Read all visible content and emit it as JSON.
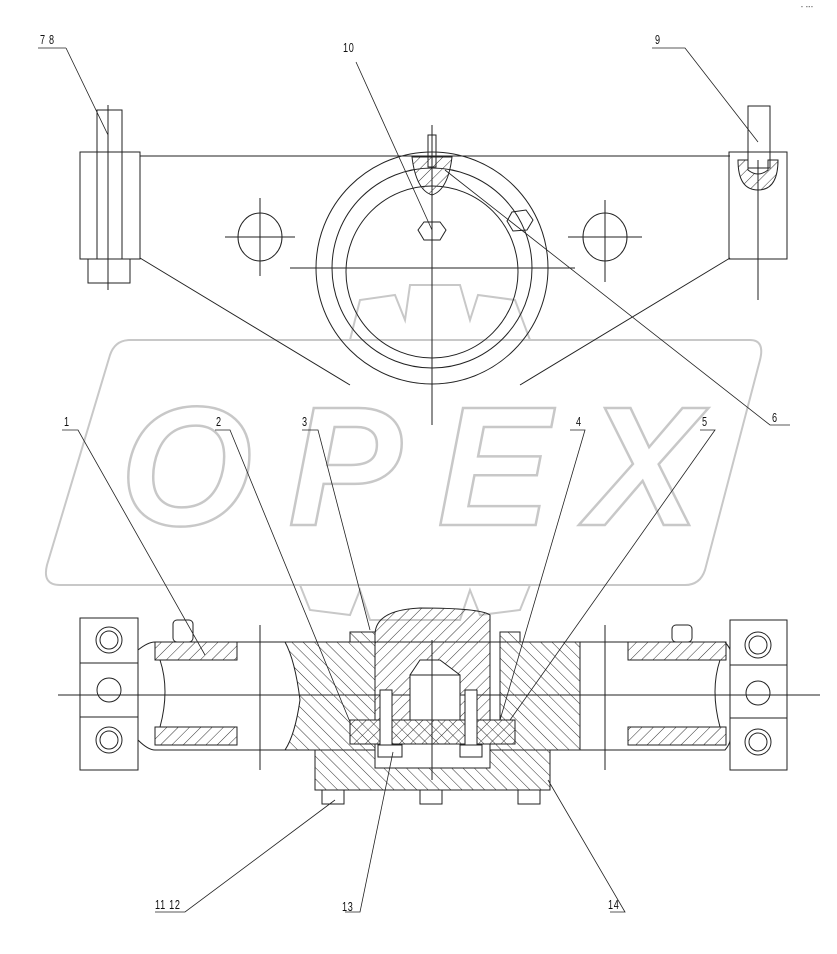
{
  "drawing": {
    "watermark": "OPEX",
    "corner_mark": "- ---",
    "callouts": [
      {
        "id": "callout-7-8",
        "text": "7  8"
      },
      {
        "id": "callout-10",
        "text": "10"
      },
      {
        "id": "callout-9",
        "text": "9"
      },
      {
        "id": "callout-6",
        "text": "6"
      },
      {
        "id": "callout-1",
        "text": "1"
      },
      {
        "id": "callout-2",
        "text": "2"
      },
      {
        "id": "callout-3",
        "text": "3"
      },
      {
        "id": "callout-4",
        "text": "4"
      },
      {
        "id": "callout-5",
        "text": "5"
      },
      {
        "id": "callout-11-12",
        "text": "11  12"
      },
      {
        "id": "callout-13",
        "text": "13"
      },
      {
        "id": "callout-14",
        "text": "14"
      }
    ],
    "colors": {
      "line": "#222222",
      "watermark": "#c8c8c8"
    }
  }
}
